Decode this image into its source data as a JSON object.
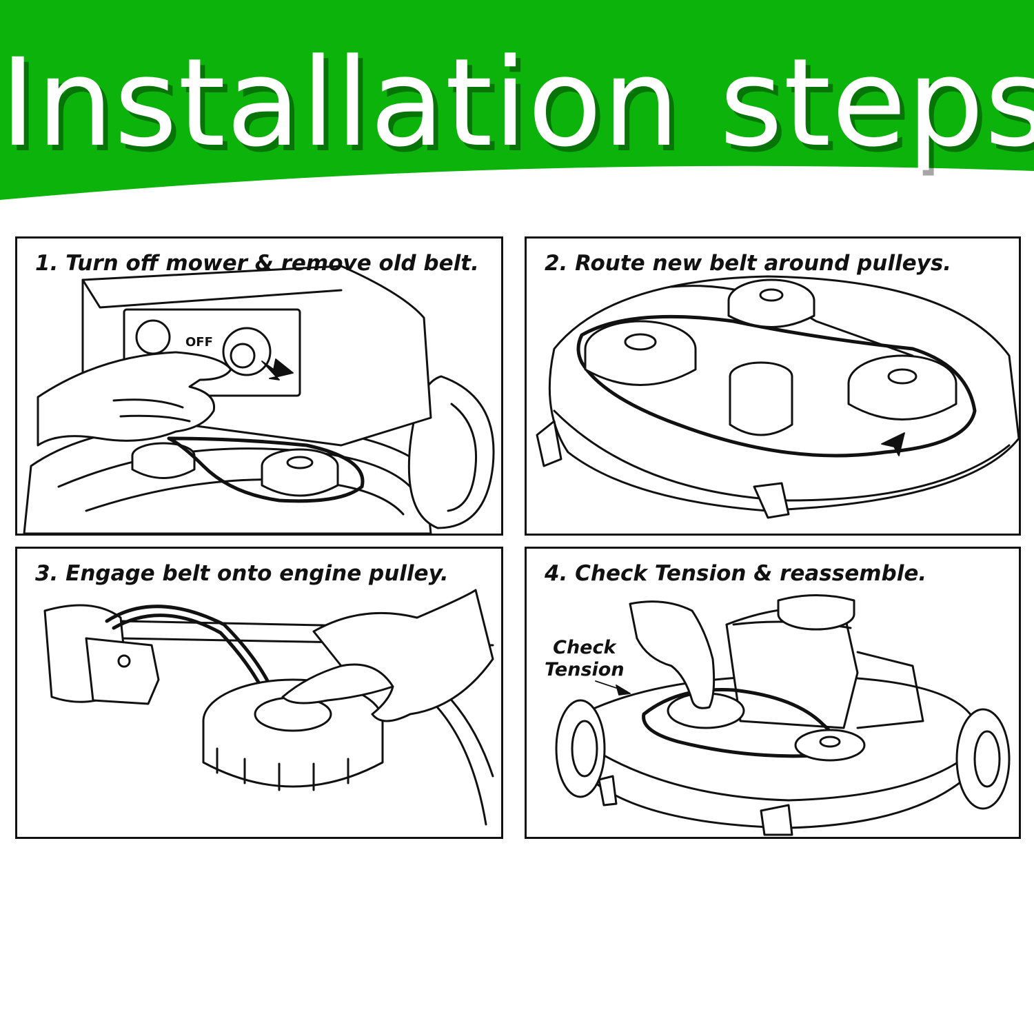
{
  "banner": {
    "title": "Installation steps",
    "color": "#0bb30b"
  },
  "steps": [
    {
      "label": "1. Turn off mower & remove old belt.",
      "switch_label": "OFF"
    },
    {
      "label": "2. Route new belt around pulleys."
    },
    {
      "label": "3. Engage belt onto engine pulley."
    },
    {
      "label": "4. Check Tension & reassemble.",
      "callout_line1": "Check",
      "callout_line2": "Tension"
    }
  ]
}
